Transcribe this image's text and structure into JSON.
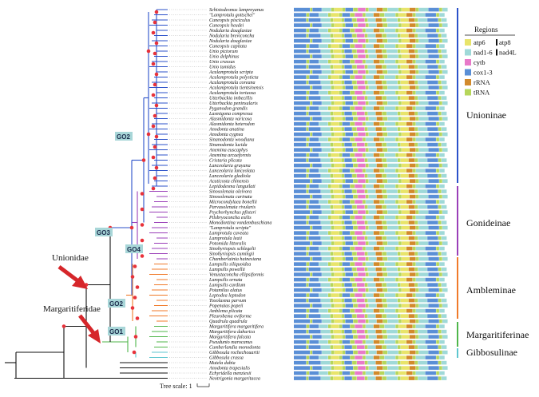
{
  "taxa": [
    "Schistodesmus lampreyanus",
    "\"Lamprotula gottschei\"",
    "Cuneopsis pisciculus",
    "Cuneopsis heudei",
    "Nodularia douglasiae",
    "Nodularia breviconcha",
    "Nodularia douglasiae",
    "Cuneopsis capitata",
    "Unio pictorum",
    "Unio delphinus",
    "Unio crassus",
    "Unio tumidus",
    "Aculamprotula scripta",
    "Aculamprotula polysticta",
    "Aculamprotula coreana",
    "Aculamprotula tientsinensis",
    "Aculamprotula tortuosa",
    "Utterbackia imbecillis",
    "Utterbackia peninsularis",
    "Pyganodon grandis",
    "Lasmigona compressa",
    "Alasmidonta varicosa",
    "Alasmidonta heterodon",
    "Anodonta anatina",
    "Anodonta cygnea",
    "Sinanodonta woodiana",
    "Sinanodonta lucida",
    "Anemina euscaphys",
    "Anemina arcaeformis",
    "Cristaria plicata",
    "Lanceolaria grayana",
    "Lanceolaria lanceolata",
    "Lanceolaria gladiola",
    "Acuticosta chinensis",
    "Lepidodesma languilati",
    "Sinosolenaia oleivora",
    "Sinosolenaia carinata",
    "Microcondylaea bonellii",
    "Parvasolenaia rivularis",
    "Psychorhynchus pfisteri",
    "Pilsbryoconcha exilis",
    "Monodontina vondembuschiana",
    "\"Lamprotula scripta\"",
    "Lamprotula caveata",
    "Lamprotula leaii",
    "Potomida littoralis",
    "Sinohyriopsis schlegelii",
    "Sinohyriopsis cumingii",
    "Chamberlainia hainesiana",
    "Lampsilis siliquoidea",
    "Lampsilis powellii",
    "Venustaconcha ellipsiformis",
    "Lampsilis ornata",
    "Lampsilis cardium",
    "Potamilus alatus",
    "Leptodea leptodon",
    "Toxolasma parvum",
    "Popenaias popeii",
    "Amblema plicata",
    "Pleurobema oviforme",
    "Quadrula quadrula",
    "Margaritifera margaritifera",
    "Margaritifera dahurica",
    "Margaritifera falcata",
    "Pseudunio marocanus",
    "Cumberlandia monodonta",
    "Gibbosula rochechouartii",
    "Gibbosula crassa",
    "Mutela dubia",
    "Anodonta trapesialis",
    "Echyridella menziesii",
    "Neotrigonia margaritacea"
  ],
  "go_labels": [
    "GO2",
    "GO3",
    "GO4",
    "GO2",
    "GO1"
  ],
  "clades": [
    "Unioninae",
    "Gonideinae",
    "Ambleminae",
    "Margaritiferinae",
    "Gibbosulinae"
  ],
  "families": [
    "Unionidae",
    "Margaritiferidae"
  ],
  "legend": {
    "title": "Regions",
    "items": [
      {
        "label": "atp6",
        "label2": "atp8",
        "color": "#e8e46a"
      },
      {
        "label": "nad1-6",
        "label2": "nad4L",
        "color": "#9fd9d8"
      },
      {
        "label": "cytb",
        "label2": "",
        "color": "#e879c9"
      },
      {
        "label": "cox1-3",
        "label2": "",
        "color": "#5a8fd6"
      },
      {
        "label": "rRNA",
        "label2": "",
        "color": "#d28a2c"
      },
      {
        "label": "tRNA",
        "label2": "",
        "color": "#b6d65a"
      }
    ]
  },
  "scale": {
    "label": "Tree scale: 1"
  },
  "colors": {
    "unioninae": "#2b51c9",
    "gonideinae": "#9a3fb8",
    "ambleminae": "#f07a2a",
    "margaritiferinae": "#4fb64a",
    "gibbosulinae": "#5ec6cf",
    "node": "#e8323a",
    "arrow": "#d6262a",
    "outgroup": "#111111"
  }
}
